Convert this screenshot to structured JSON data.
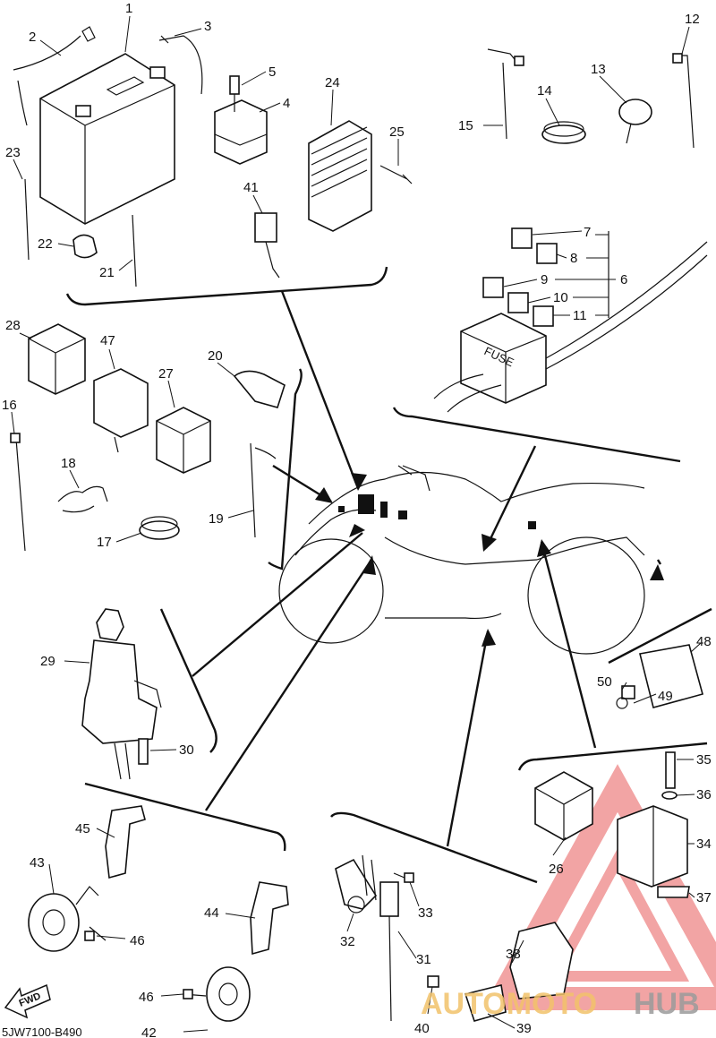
{
  "diagram_code": "5JW7100-B490",
  "fwd_label": "FWD",
  "watermark": {
    "text_a": "AUTOMOTO",
    "text_b": "HUB",
    "color_a": "#f2c26b",
    "color_b": "#9b9b9b",
    "triangle_color": "#e85a5a"
  },
  "callouts": [
    {
      "id": "c1",
      "label": "1"
    },
    {
      "id": "c2",
      "label": "2"
    },
    {
      "id": "c3",
      "label": "3"
    },
    {
      "id": "c4",
      "label": "4"
    },
    {
      "id": "c5",
      "label": "5"
    },
    {
      "id": "c6",
      "label": "6"
    },
    {
      "id": "c7",
      "label": "7"
    },
    {
      "id": "c8",
      "label": "8"
    },
    {
      "id": "c9",
      "label": "9"
    },
    {
      "id": "c10",
      "label": "10"
    },
    {
      "id": "c11",
      "label": "11"
    },
    {
      "id": "c12",
      "label": "12"
    },
    {
      "id": "c13",
      "label": "13"
    },
    {
      "id": "c14",
      "label": "14"
    },
    {
      "id": "c15",
      "label": "15"
    },
    {
      "id": "c16",
      "label": "16"
    },
    {
      "id": "c17",
      "label": "17"
    },
    {
      "id": "c18",
      "label": "18"
    },
    {
      "id": "c19",
      "label": "19"
    },
    {
      "id": "c20",
      "label": "20"
    },
    {
      "id": "c21",
      "label": "21"
    },
    {
      "id": "c22",
      "label": "22"
    },
    {
      "id": "c23",
      "label": "23"
    },
    {
      "id": "c24",
      "label": "24"
    },
    {
      "id": "c25",
      "label": "25"
    },
    {
      "id": "c26",
      "label": "26"
    },
    {
      "id": "c27",
      "label": "27"
    },
    {
      "id": "c28",
      "label": "28"
    },
    {
      "id": "c29",
      "label": "29"
    },
    {
      "id": "c30",
      "label": "30"
    },
    {
      "id": "c31",
      "label": "31"
    },
    {
      "id": "c32",
      "label": "32"
    },
    {
      "id": "c33",
      "label": "33"
    },
    {
      "id": "c34",
      "label": "34"
    },
    {
      "id": "c35",
      "label": "35"
    },
    {
      "id": "c36",
      "label": "36"
    },
    {
      "id": "c37",
      "label": "37"
    },
    {
      "id": "c38",
      "label": "38"
    },
    {
      "id": "c39",
      "label": "39"
    },
    {
      "id": "c40",
      "label": "40"
    },
    {
      "id": "c41",
      "label": "41"
    },
    {
      "id": "c42",
      "label": "42"
    },
    {
      "id": "c43",
      "label": "43"
    },
    {
      "id": "c44",
      "label": "44"
    },
    {
      "id": "c45",
      "label": "45"
    },
    {
      "id": "c46a",
      "label": "46"
    },
    {
      "id": "c46b",
      "label": "46"
    },
    {
      "id": "c47",
      "label": "47"
    },
    {
      "id": "c48",
      "label": "48"
    },
    {
      "id": "c49",
      "label": "49"
    },
    {
      "id": "c50",
      "label": "50"
    }
  ]
}
